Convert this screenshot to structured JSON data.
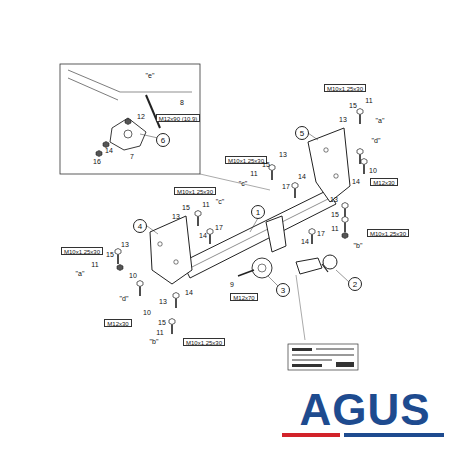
{
  "diagram": {
    "nodes": [
      {
        "text": [
          "M10x1,25x30"
        ]
      },
      {
        "text": [
          "M12x90 (10.9)"
        ]
      },
      {
        "text": [
          "6"
        ]
      },
      {
        "text": [
          "5"
        ]
      },
      {
        "text": [
          "M10x1,25x30"
        ]
      },
      {
        "text": [
          "M12x30"
        ]
      },
      {
        "text": [
          "M10x1,25x30"
        ]
      },
      {
        "text": [
          "1"
        ]
      },
      {
        "text": [
          "4"
        ]
      },
      {
        "text": [
          "M10x1,25x30"
        ]
      },
      {
        "text": [
          "M10x1,25x30"
        ]
      },
      {
        "text": [
          "2"
        ]
      },
      {
        "text": [
          "3"
        ]
      },
      {
        "text": [
          "M12x70"
        ]
      },
      {
        "text": [
          "M12x30"
        ]
      },
      {
        "text": [
          "M10x1,25x30"
        ]
      }
    ],
    "labels": [
      "\"e\"",
      "8",
      "12",
      "7",
      "14",
      "16",
      "15",
      "11",
      "13",
      "\"a\"",
      "\"d\"",
      "10",
      "14",
      "13",
      "15",
      "11",
      "\"c\"",
      "14",
      "17",
      "15",
      "11",
      "\"c\"",
      "13",
      "17",
      "14",
      "13",
      "15",
      "11",
      "17",
      "14",
      "\"b\"",
      "13",
      "15",
      "11",
      "\"a\"",
      "10",
      "\"d\"",
      "14",
      "10",
      "13",
      "15",
      "11",
      "\"b\"",
      "9",
      "AGUS"
    ]
  }
}
